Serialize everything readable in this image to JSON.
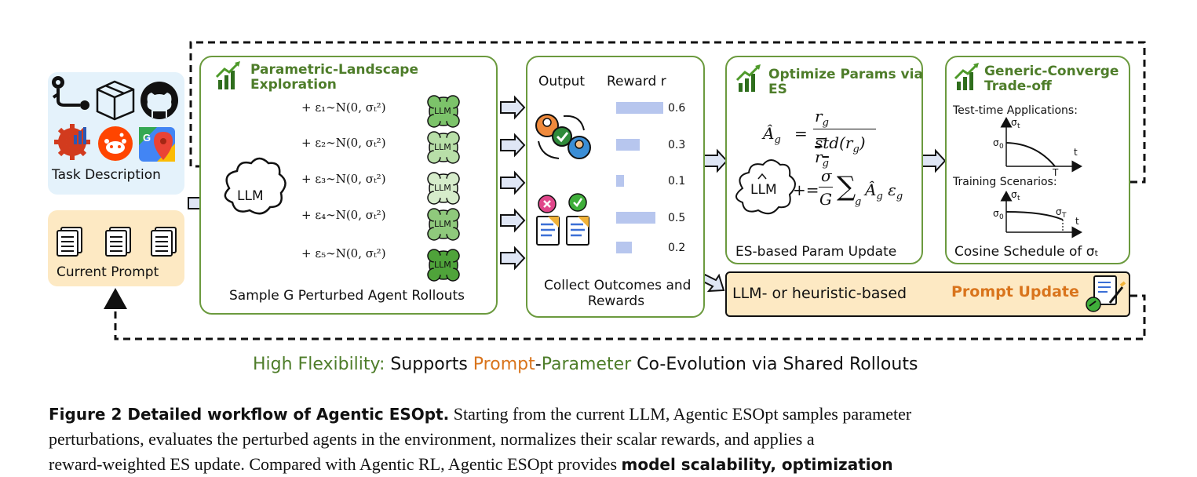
{
  "inputs": {
    "task_label": "Task Description",
    "prompt_label": "Current Prompt"
  },
  "exploration": {
    "title_line1": "Parametric-Landscape",
    "title_line2": "Exploration",
    "llm_label": "LLM",
    "perturbations": [
      {
        "eps": "ε₁",
        "text": "+ ε₁∼N(0, σₜ²)"
      },
      {
        "eps": "ε₂",
        "text": "+ ε₂∼N(0, σₜ²)"
      },
      {
        "eps": "ε₃",
        "text": "+ ε₃∼N(0, σₜ²)"
      },
      {
        "eps": "ε₄",
        "text": "+ ε₄∼N(0, σₜ²)"
      },
      {
        "eps": "ε₅",
        "text": "+ ε₅∼N(0, σₜ²)"
      }
    ],
    "footer": "Sample G Perturbed Agent Rollouts"
  },
  "outcomes": {
    "output_header": "Output",
    "reward_header": "Reward r",
    "rewards": [
      0.6,
      0.3,
      0.1,
      0.5,
      0.2
    ],
    "reward_labels": [
      "0.6",
      "0.3",
      "0.1",
      "0.5",
      "0.2"
    ],
    "footer_line1": "Collect Outcomes and",
    "footer_line2": "Rewards"
  },
  "optimize": {
    "title_line1": "Optimize Params via",
    "title_line2": "ES",
    "footer": "ES-based Param Update"
  },
  "tradeoff": {
    "title_line1": "Generic-Converge",
    "title_line2": "Trade-off",
    "test_label": "Test-time Applications:",
    "train_label": "Training Scenarios:",
    "footer": "Cosine Schedule of σₜ"
  },
  "prompt_update": {
    "left": "LLM- or heuristic-based",
    "right": "Prompt Update"
  },
  "banner": {
    "part1": "High Flexibility:",
    "part2": " Supports ",
    "part3": "Prompt",
    "part4": "-",
    "part5": "Parameter",
    "part6": " Co-Evolution via Shared Rollouts"
  },
  "caption": {
    "label": "Figure 2  Detailed workflow of Agentic ESOpt.",
    "line1": " Starting from the current LLM, Agentic ESOpt samples parameter",
    "line2": "perturbations, evaluates the perturbed agents in the environment, normalizes their scalar rewards, and applies a",
    "line3a": "reward-weighted ES update.  Compared with Agentic RL, Agentic ESOpt provides ",
    "line3b": "model scalability, optimization"
  },
  "colors": {
    "green": "#6b9a3e",
    "green_text": "#4e7d2a",
    "orange": "#d9741c",
    "blue_bar": "#b7c6ee",
    "task_bg": "#e4f2fb",
    "prompt_bg": "#fde9c3"
  }
}
